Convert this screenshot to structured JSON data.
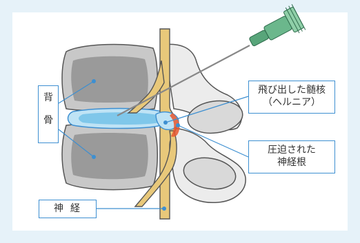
{
  "labels": {
    "spine": [
      "背",
      "骨"
    ],
    "hernia": [
      "飛び出した髄核",
      "（ヘルニア）"
    ],
    "nerve_root": [
      "圧迫された",
      "神経根"
    ],
    "nerve": "神経"
  },
  "colors": {
    "background": "#e6f2f9",
    "bone_fill": "#c8c8c8",
    "bone_body": "#9a9a9a",
    "disc": "#bfe3f5",
    "nerve": "#e8c87a",
    "inflamed": "#e8572e",
    "leader": "#3d8fd1"
  }
}
